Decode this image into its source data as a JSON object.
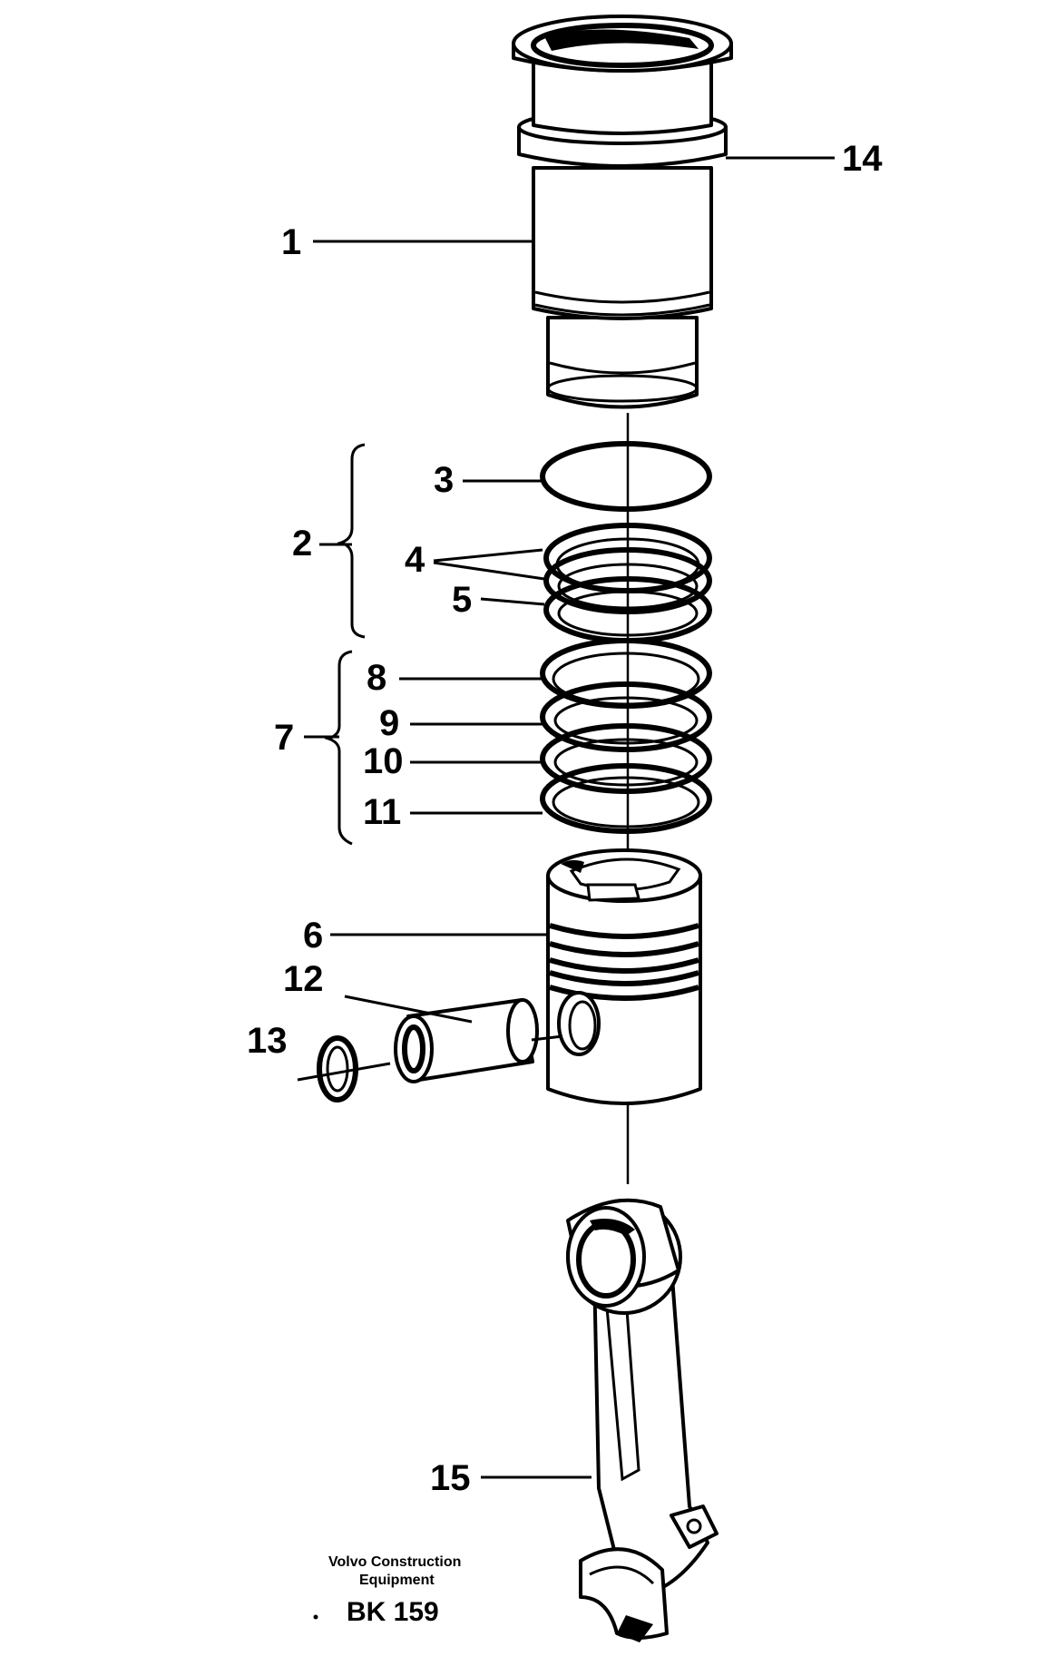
{
  "diagram": {
    "callouts": {
      "c1": "1",
      "c2": "2",
      "c3": "3",
      "c4": "4",
      "c5": "5",
      "c6": "6",
      "c7": "7",
      "c8": "8",
      "c9": "9",
      "c10": "10",
      "c11": "11",
      "c12": "12",
      "c13": "13",
      "c14": "14",
      "c15": "15"
    },
    "footer": {
      "line1": "Volvo Construction",
      "line2": "Equipment",
      "code": "BK 159"
    }
  }
}
